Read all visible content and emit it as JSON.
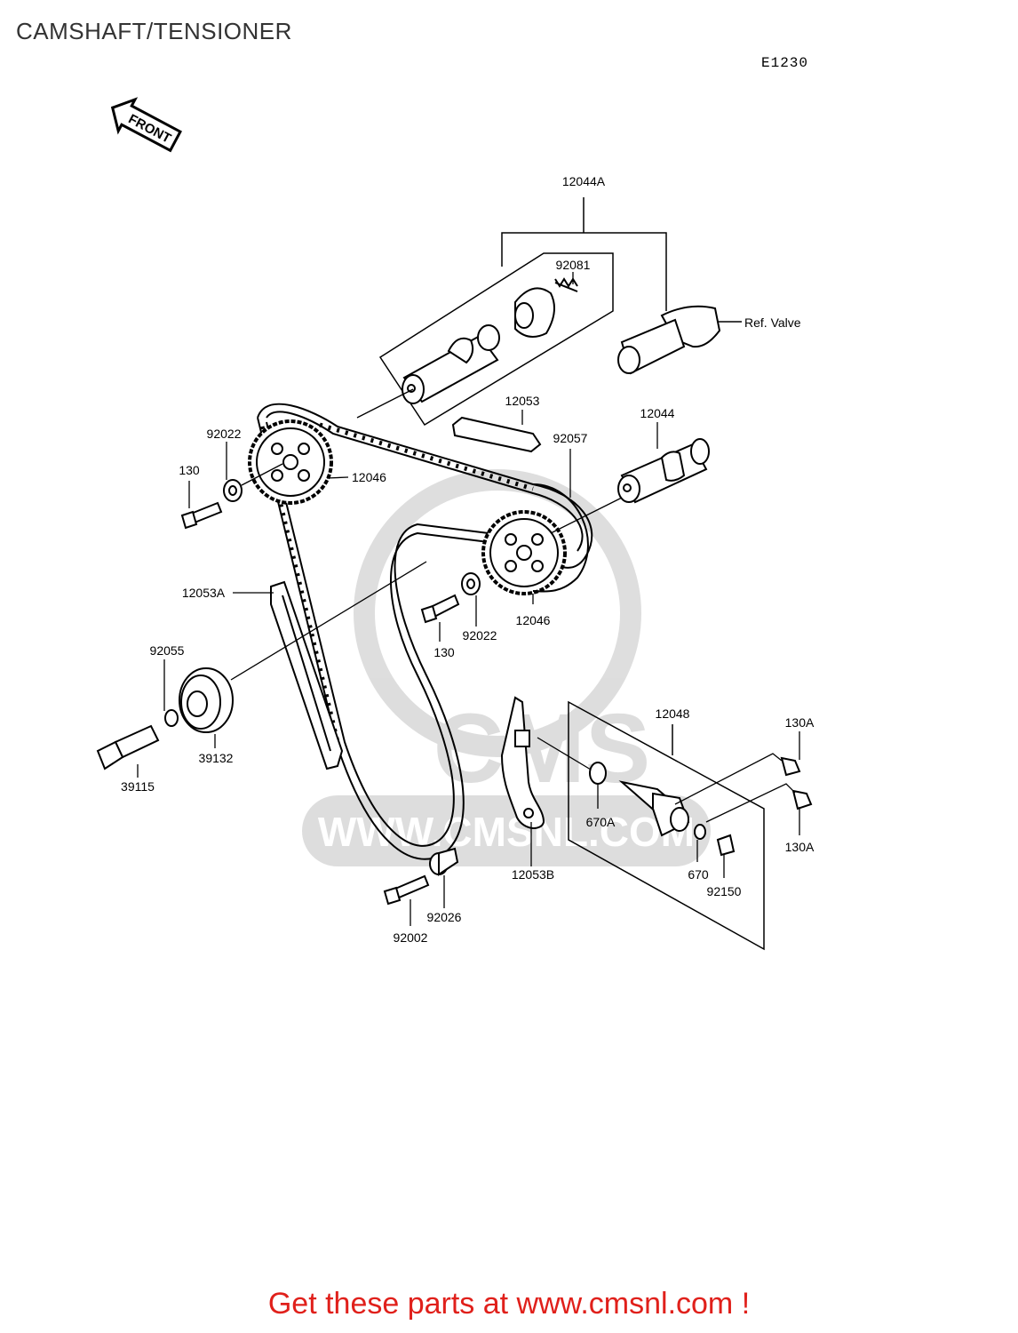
{
  "header": {
    "title": "CAMSHAFT/TENSIONER",
    "diagram_code": "E1230"
  },
  "orientation": {
    "front_label": "FRONT"
  },
  "watermark": {
    "text": "WWW.CMSNL.COM",
    "logo_letters": "CMS"
  },
  "parts": [
    {
      "id": "p-12044a",
      "number": "12044A"
    },
    {
      "id": "p-92081",
      "number": "92081"
    },
    {
      "id": "p-ref-valve",
      "number": "Ref. Valve"
    },
    {
      "id": "p-92022-a",
      "number": "92022"
    },
    {
      "id": "p-130-a",
      "number": "130"
    },
    {
      "id": "p-12046-a",
      "number": "12046"
    },
    {
      "id": "p-12053",
      "number": "12053"
    },
    {
      "id": "p-92057",
      "number": "92057"
    },
    {
      "id": "p-12044",
      "number": "12044"
    },
    {
      "id": "p-12053a",
      "number": "12053A"
    },
    {
      "id": "p-12046-b",
      "number": "12046"
    },
    {
      "id": "p-92022-b",
      "number": "92022"
    },
    {
      "id": "p-130-b",
      "number": "130"
    },
    {
      "id": "p-92055",
      "number": "92055"
    },
    {
      "id": "p-39132",
      "number": "39132"
    },
    {
      "id": "p-39115",
      "number": "39115"
    },
    {
      "id": "p-12048",
      "number": "12048"
    },
    {
      "id": "p-130a-a",
      "number": "130A"
    },
    {
      "id": "p-130a-b",
      "number": "130A"
    },
    {
      "id": "p-670a",
      "number": "670A"
    },
    {
      "id": "p-670",
      "number": "670"
    },
    {
      "id": "p-92150",
      "number": "92150"
    },
    {
      "id": "p-12053b",
      "number": "12053B"
    },
    {
      "id": "p-92026",
      "number": "92026"
    },
    {
      "id": "p-92002",
      "number": "92002"
    }
  ],
  "footer": {
    "cta": "Get these parts at www.cmsnl.com !",
    "color": "#e0201b"
  }
}
